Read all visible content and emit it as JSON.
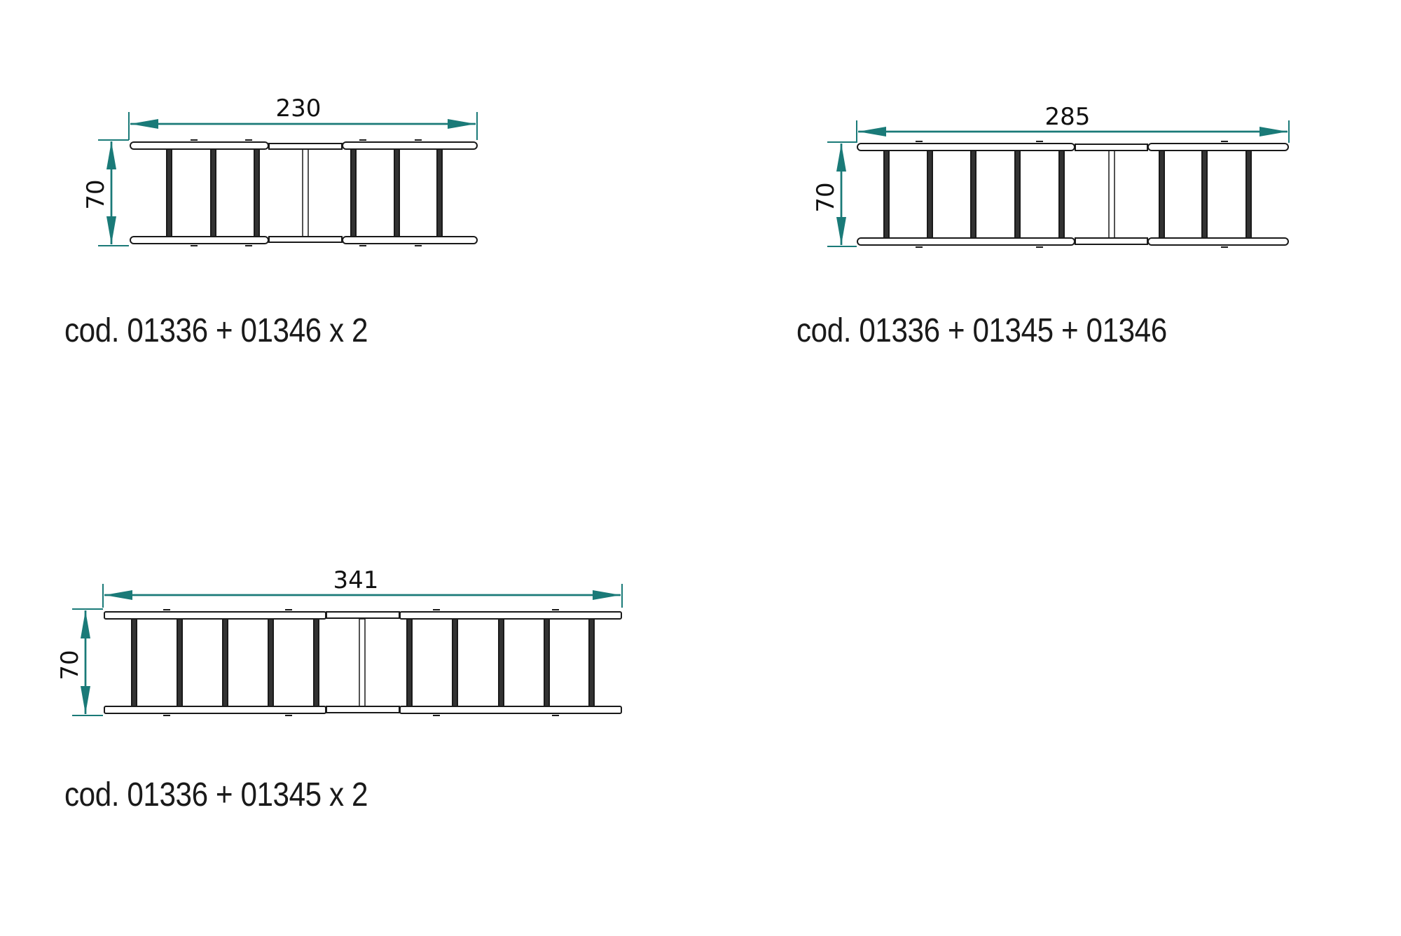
{
  "colors": {
    "dimension": "#1a7a78",
    "structure": "#1a1a1a",
    "rail": "#333333"
  },
  "diagrams": [
    {
      "id": "d1",
      "width_label": "230",
      "height_label": "70",
      "caption": "cod. 01336 + 01346 x 2"
    },
    {
      "id": "d2",
      "width_label": "285",
      "height_label": "70",
      "caption": "cod. 01336 + 01345 + 01346"
    },
    {
      "id": "d3",
      "width_label": "341",
      "height_label": "70",
      "caption": "cod. 01336 + 01345 x 2"
    }
  ]
}
